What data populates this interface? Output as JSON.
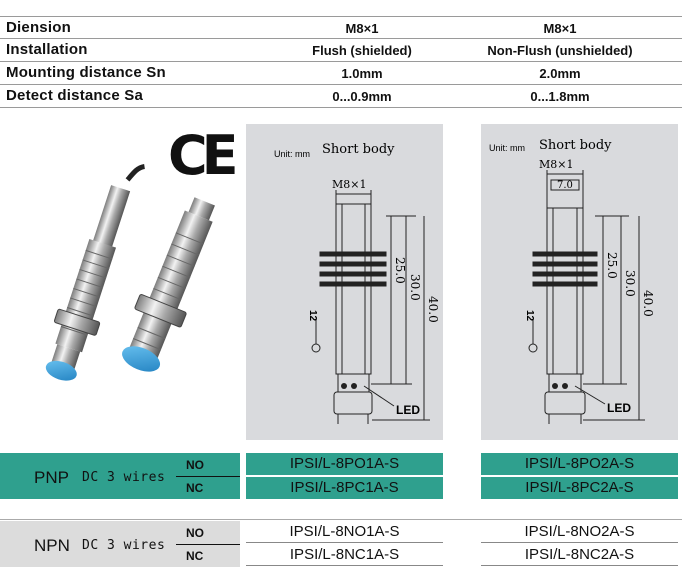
{
  "spec": {
    "rows": [
      {
        "label": "Diension",
        "flush": "M8×1",
        "nonflush": "M8×1"
      },
      {
        "label": "Installation",
        "flush": "Flush (shielded)",
        "nonflush": "Non-Flush (unshielded)"
      },
      {
        "label": "Mounting distance Sn",
        "flush": "1.0mm",
        "nonflush": "2.0mm"
      },
      {
        "label": "Detect distance Sa",
        "flush": "0...0.9mm",
        "nonflush": "0...1.8mm"
      }
    ]
  },
  "drawings": {
    "unit": "Unit: mm",
    "body": "Short body",
    "thread": "M8×1",
    "inner_width": "7.0",
    "dim_25": "25.0",
    "dim_30": "30.0",
    "dim_40": "40.0",
    "dim_12": "12",
    "led": "LED"
  },
  "orders": {
    "pnp": {
      "type": "PNP",
      "desc": "DC 3 wires",
      "no_label": "NO",
      "nc_label": "NC",
      "no_flush": "IPSI/L-8PO1A-S",
      "no_nonflush": "IPSI/L-8PO2A-S",
      "nc_flush": "IPSI/L-8PC1A-S",
      "nc_nonflush": "IPSI/L-8PC2A-S"
    },
    "npn": {
      "type": "NPN",
      "desc": "DC 3 wires",
      "no_label": "NO",
      "nc_label": "NC",
      "no_flush": "IPSI/L-8NO1A-S",
      "no_nonflush": "IPSI/L-8NO2A-S",
      "nc_flush": "IPSI/L-8NC1A-S",
      "nc_nonflush": "IPSI/L-8NC2A-S"
    }
  },
  "certification": {
    "mark": "CE"
  },
  "colors": {
    "accent": "#2fa08e",
    "panel": "#d9dadd",
    "sensor_face": "#2f9fd8"
  }
}
